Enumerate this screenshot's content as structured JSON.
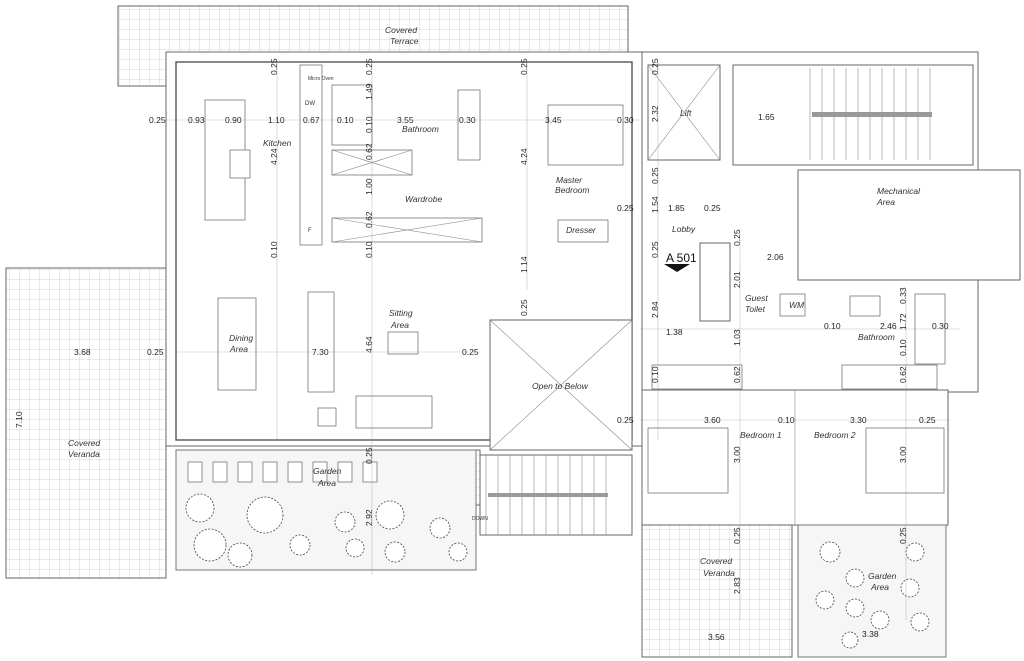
{
  "plan": {
    "labels": {
      "covered_terrace": [
        "Covered",
        "Terrace"
      ],
      "kitchen": "Kitchen",
      "bathroom_master": "Bathroom",
      "wardrobe": "Wardrobe",
      "master_bedroom": [
        "Master",
        "Bedroom"
      ],
      "dresser": "Dresser",
      "lift": "Lift",
      "lobby": "Lobby",
      "mechanical_area": [
        "Mechanical",
        "Area"
      ],
      "section_marker": "A 501",
      "guest_toilet": [
        "Guest",
        "Toilet"
      ],
      "wm": "WM",
      "bathroom_2": "Bathroom",
      "dining_area": [
        "Dining",
        "Area"
      ],
      "sitting_area": [
        "Sitting",
        "Area"
      ],
      "open_to_below": "Open to Below",
      "covered_veranda_left": [
        "Covered",
        "Veranda"
      ],
      "garden_area_left": [
        "Garden",
        "Area"
      ],
      "bedroom_1": "Bedroom 1",
      "bedroom_2": "Bedroom 2",
      "covered_veranda_bottom": [
        "Covered",
        "Veranda"
      ],
      "garden_area_right": [
        "Garden",
        "Area"
      ],
      "micro_oven": "Micro Oven",
      "dw": "DW",
      "fridge": "F",
      "down": "DOWN"
    },
    "dims": [
      "0.25",
      "0.25",
      "0.25",
      "0.25",
      "0.25",
      "0.93",
      "0.90",
      "1.10",
      "0.67",
      "0.10",
      "3.55",
      "0.30",
      "3.45",
      "0.30",
      "1.49",
      "0.10",
      "4.24",
      "0.62",
      "1.00",
      "0.62",
      "4.24",
      "2.32",
      "0.25",
      "1.54",
      "1.85",
      "0.25",
      "0.25",
      "1.65",
      "0.10",
      "0.10",
      "1.14",
      "0.25",
      "0.25",
      "2.06",
      "2.01",
      "3.68",
      "0.25",
      "7.30",
      "4.64",
      "0.25",
      "0.25",
      "2.84",
      "1.38",
      "1.03",
      "0.10",
      "2.46",
      "1.72",
      "0.30",
      "0.33",
      "0.10",
      "7.10",
      "0.25",
      "0.10",
      "0.62",
      "0.62",
      "3.60",
      "0.10",
      "3.30",
      "0.25",
      "3.00",
      "3.00",
      "0.25",
      "2.92",
      "0.25",
      "2.83",
      "0.25",
      "3.56",
      "3.38"
    ]
  }
}
